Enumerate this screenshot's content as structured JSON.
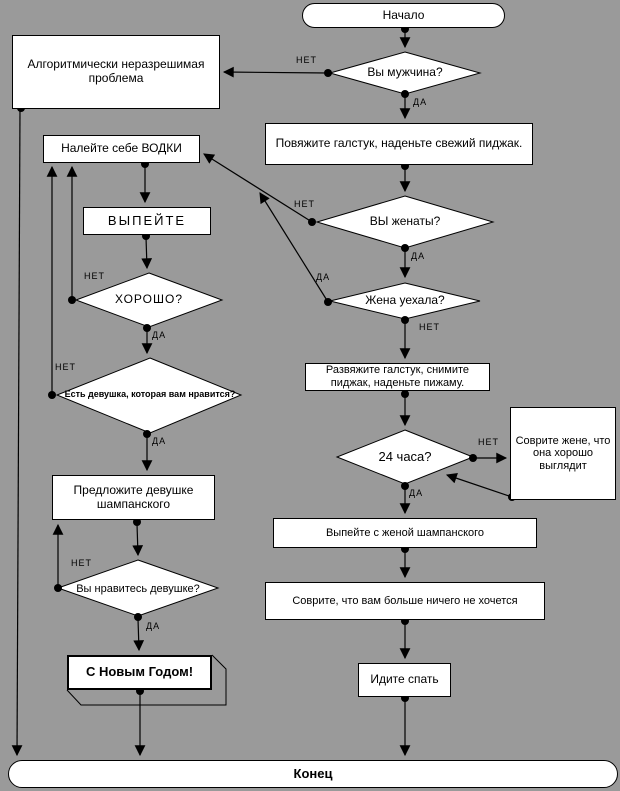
{
  "colors": {
    "background": "#9a9a9a",
    "node_fill": "#ffffff",
    "line": "#000000"
  },
  "labels": {
    "yes": "ДА",
    "no": "НЕТ"
  },
  "nodes": {
    "start": {
      "type": "terminator",
      "label": "Начало"
    },
    "unsolvable": {
      "type": "process",
      "label": "Алгоритмически неразрешимая проблема"
    },
    "q_male": {
      "type": "decision",
      "label": "Вы мужчина?"
    },
    "tie": {
      "type": "process",
      "label": "Повяжите галстук, наденьте свежий пиджак."
    },
    "q_married": {
      "type": "decision",
      "label": "ВЫ женаты?"
    },
    "q_wife_away": {
      "type": "decision",
      "label": "Жена уехала?"
    },
    "untie": {
      "type": "process",
      "label": "Развяжите галстук, снимите пиджак, наденьте пижаму."
    },
    "q_24h": {
      "type": "decision",
      "label": "24 часа?"
    },
    "lie_wife": {
      "type": "process",
      "label": "Соврите жене, что она хорошо выглядит"
    },
    "champagne_wife": {
      "type": "process",
      "label": "Выпейте с женой шампанского"
    },
    "lie_nothing": {
      "type": "process",
      "label": "Соврите, что вам больше ничего не хочется"
    },
    "sleep": {
      "type": "process",
      "label": "Идите спать"
    },
    "vodka": {
      "type": "process",
      "label": "Налейте себе ВОДКИ"
    },
    "drink": {
      "type": "process",
      "label": "ВЫПЕЙТЕ"
    },
    "q_good": {
      "type": "decision",
      "label": "ХОРОШО?"
    },
    "q_girl": {
      "type": "decision",
      "label": "Есть девушка, которая вам нравится?"
    },
    "offer": {
      "type": "process",
      "label": "Предложите девушке шампанского"
    },
    "q_like": {
      "type": "decision",
      "label": "Вы нравитесь девушке?"
    },
    "newyear": {
      "type": "process",
      "label": "С Новым Годом!"
    },
    "end": {
      "type": "terminator",
      "label": "Конец"
    }
  }
}
